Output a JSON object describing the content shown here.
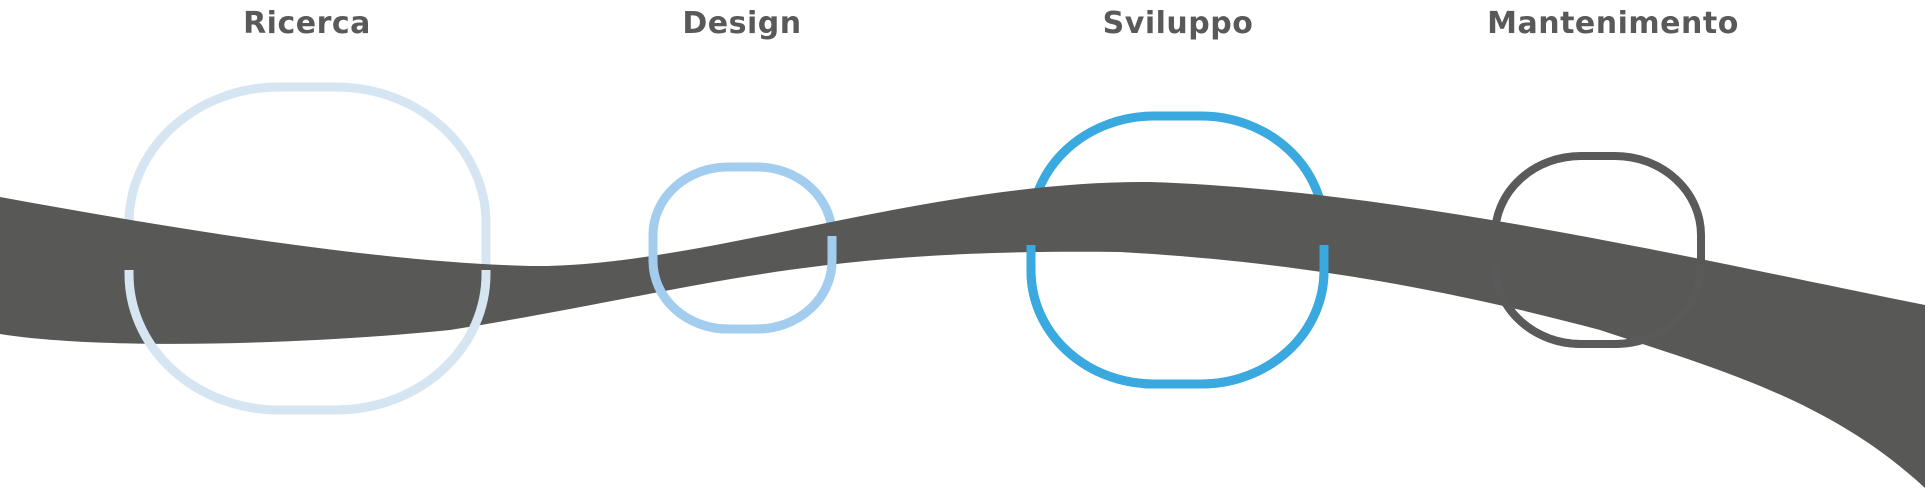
{
  "phases": [
    {
      "label": "Ricerca",
      "ring_color": "#d6e5f2"
    },
    {
      "label": "Design",
      "ring_color": "#a3cdee"
    },
    {
      "label": "Sviluppo",
      "ring_color": "#3aa9e0"
    },
    {
      "label": "Mantenimento",
      "ring_color": "#5a5a5a"
    }
  ],
  "colors": {
    "ribbon": "#585856",
    "label_text": "#595959",
    "background": "#ffffff"
  }
}
